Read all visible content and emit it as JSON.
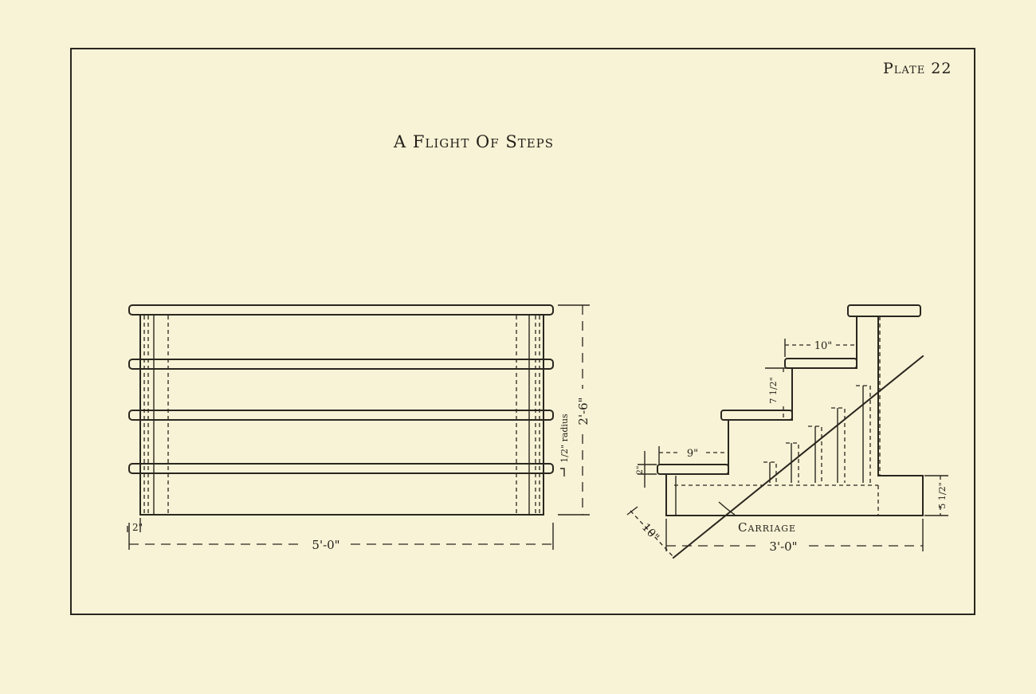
{
  "plate_label": "Plate 22",
  "title": "A Flight Of Steps",
  "front_view": {
    "width_dim": "5'-0\"",
    "height_dim": "2'-6\"",
    "edge_radius": "1/2\" radius",
    "end_inset": "2\""
  },
  "side_view": {
    "tread_depth": "10\"",
    "riser_height": "7 1/2\"",
    "bottom_step_depth": "9\"",
    "top_board_thickness": "2\"",
    "base_height": "5 1/2\"",
    "diagonal_dim": "10\"",
    "depth_dim": "3'-0\"",
    "carriage_label": "Carriage"
  },
  "colors": {
    "paper": "#f8f3d6",
    "ink": "#2a261f"
  }
}
